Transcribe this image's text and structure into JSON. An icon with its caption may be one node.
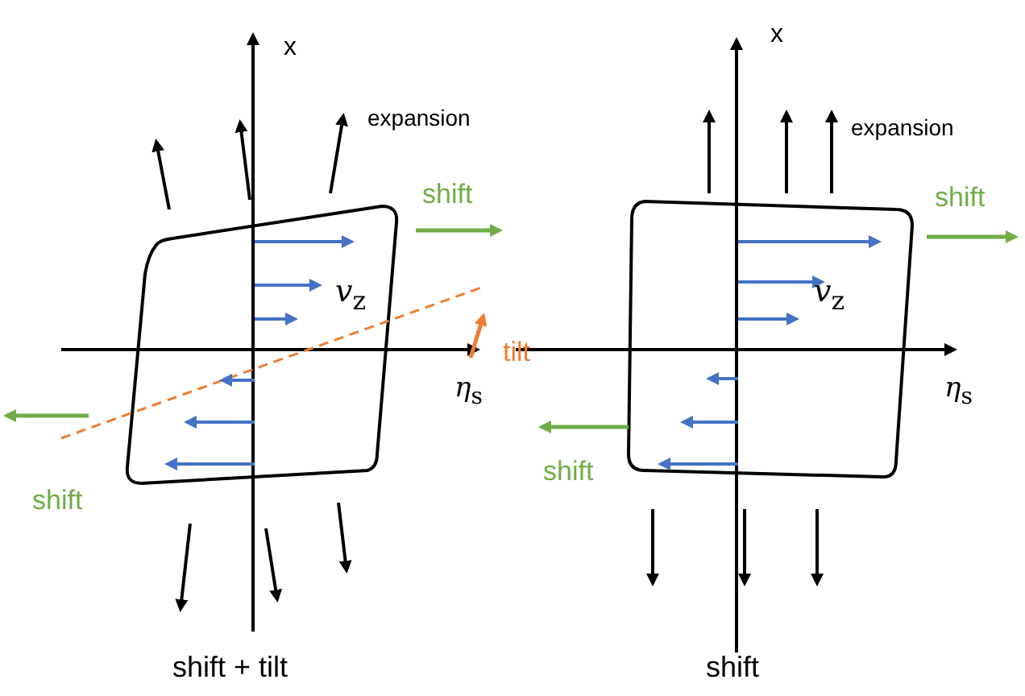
{
  "diagram": {
    "labels": [
      "x",
      "expansion",
      "shift",
      "*v*$_{z}$",
      "tilt",
      "*η*$_{s}$",
      "shift",
      "shift + tilt",
      "x",
      "expansion",
      "shift",
      "*v*$_{z}$",
      "*η*$_{s}$",
      "shift",
      "shift"
    ]
  }
}
